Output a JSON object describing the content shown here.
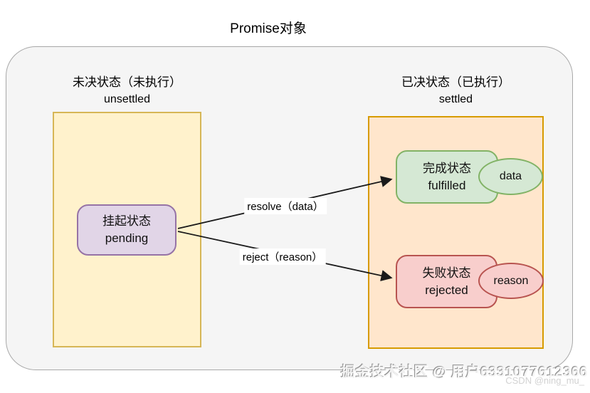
{
  "title": "Promise对象",
  "left_section": {
    "heading_zh": "未决状态（未执行）",
    "heading_en": "unsettled",
    "pending_node": {
      "label_zh": "挂起状态",
      "label_en": "pending"
    }
  },
  "right_section": {
    "heading_zh": "已决状态（已执行）",
    "heading_en": "settled",
    "fulfilled_node": {
      "label_zh": "完成状态",
      "label_en": "fulfilled",
      "attachment": "data"
    },
    "rejected_node": {
      "label_zh": "失败状态",
      "label_en": "rejected",
      "attachment": "reason"
    }
  },
  "transitions": {
    "resolve_label": "resolve（data）",
    "reject_label": "reject（reason）"
  },
  "watermarks": {
    "community": "掘金技术社区 @ 用户6331077612366",
    "csdn": "CSDN @ning_mu_"
  },
  "colors": {
    "container_fill": "#F5F5F5",
    "container_border": "#A8A8A8",
    "unsettled_region_fill": "#FFF2CC",
    "unsettled_region_border": "#D6B656",
    "settled_region_fill": "#FFE6CC",
    "settled_region_border": "#D79B00",
    "pending_fill": "#E1D5E7",
    "pending_border": "#9673A6",
    "fulfilled_fill": "#D5E8D4",
    "fulfilled_border": "#82B366",
    "rejected_fill": "#F8CECC",
    "rejected_border": "#B85450",
    "arrow": "#1A1A1A"
  }
}
